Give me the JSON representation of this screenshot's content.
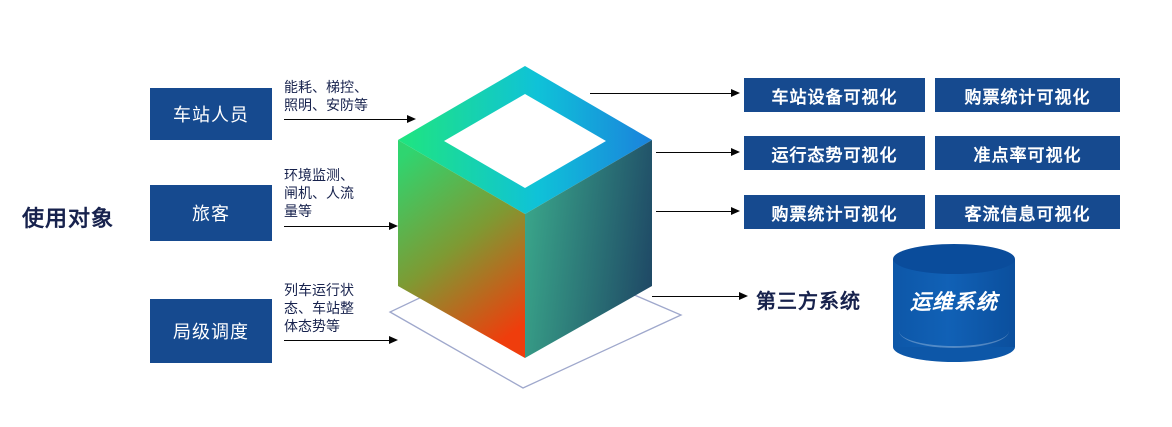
{
  "left": {
    "group_label": "使用对象",
    "actors": [
      {
        "label": "车站人员",
        "annotation": "能耗、梯控、照明、安防等",
        "annotation_lines": [
          "能耗、梯控、",
          "照明、安防等"
        ]
      },
      {
        "label": "旅客",
        "annotation": "环境监测、闸机、人流量等",
        "annotation_lines": [
          "环境监测、",
          "闸机、人流",
          "量等"
        ]
      },
      {
        "label": "局级调度",
        "annotation": "列车运行状态、车站整体态势等",
        "annotation_lines": [
          "列车运行状",
          "态、车站整",
          "体态势等"
        ]
      }
    ]
  },
  "right": {
    "viz_boxes": [
      "车站设备可视化",
      "购票统计可视化",
      "运行态势可视化",
      "准点率可视化",
      "购票统计可视化",
      "客流信息可视化"
    ],
    "third_party_label": "第三方系统",
    "cylinder_label": "运维系统"
  },
  "colors": {
    "box_blue": "#164A8F",
    "cylinder_blue": "#0D57A8",
    "text_navy": "#17224D",
    "arrow_black": "#050505",
    "cube_top_green": "#1FE57E",
    "cube_top_cyan": "#0FC2D8",
    "cube_top_blue": "#1B82DC",
    "cube_left_green": "#2FD570",
    "cube_left_red": "#EF3D0C",
    "cube_right_teal": "#39A489",
    "cube_right_dark": "#1F4A66",
    "base_outline": "#9FA8CC"
  }
}
